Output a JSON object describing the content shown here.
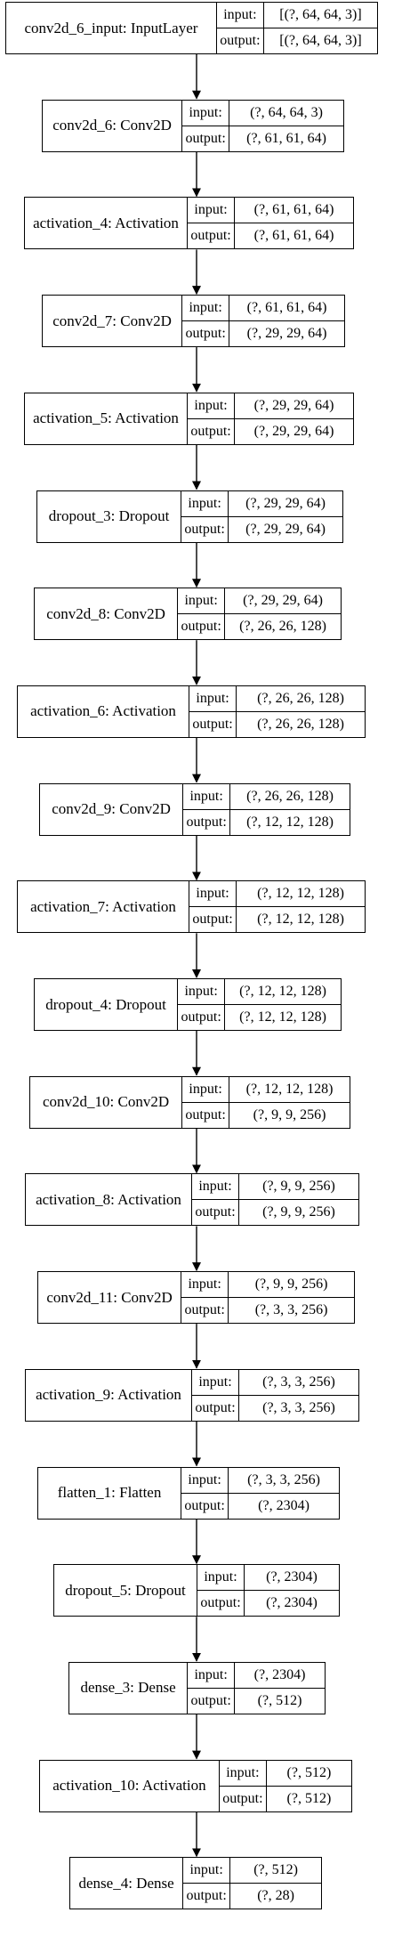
{
  "labels": {
    "input": "input:",
    "output": "output:"
  },
  "layers": [
    {
      "name": "conv2d_6_input: InputLayer",
      "input": "[(?, 64, 64, 3)]",
      "output": "[(?, 64, 64, 3)]"
    },
    {
      "name": "conv2d_6: Conv2D",
      "input": "(?, 64, 64, 3)",
      "output": "(?, 61, 61, 64)"
    },
    {
      "name": "activation_4: Activation",
      "input": "(?, 61, 61, 64)",
      "output": "(?, 61, 61, 64)"
    },
    {
      "name": "conv2d_7: Conv2D",
      "input": "(?, 61, 61, 64)",
      "output": "(?, 29, 29, 64)"
    },
    {
      "name": "activation_5: Activation",
      "input": "(?, 29, 29, 64)",
      "output": "(?, 29, 29, 64)"
    },
    {
      "name": "dropout_3: Dropout",
      "input": "(?, 29, 29, 64)",
      "output": "(?, 29, 29, 64)"
    },
    {
      "name": "conv2d_8: Conv2D",
      "input": "(?, 29, 29, 64)",
      "output": "(?, 26, 26, 128)"
    },
    {
      "name": "activation_6: Activation",
      "input": "(?, 26, 26, 128)",
      "output": "(?, 26, 26, 128)"
    },
    {
      "name": "conv2d_9: Conv2D",
      "input": "(?, 26, 26, 128)",
      "output": "(?, 12, 12, 128)"
    },
    {
      "name": "activation_7: Activation",
      "input": "(?, 12, 12, 128)",
      "output": "(?, 12, 12, 128)"
    },
    {
      "name": "dropout_4: Dropout",
      "input": "(?, 12, 12, 128)",
      "output": "(?, 12, 12, 128)"
    },
    {
      "name": "conv2d_10: Conv2D",
      "input": "(?, 12, 12, 128)",
      "output": "(?, 9, 9, 256)"
    },
    {
      "name": "activation_8: Activation",
      "input": "(?, 9, 9, 256)",
      "output": "(?, 9, 9, 256)"
    },
    {
      "name": "conv2d_11: Conv2D",
      "input": "(?, 9, 9, 256)",
      "output": "(?, 3, 3, 256)"
    },
    {
      "name": "activation_9: Activation",
      "input": "(?, 3, 3, 256)",
      "output": "(?, 3, 3, 256)"
    },
    {
      "name": "flatten_1: Flatten",
      "input": "(?, 3, 3, 256)",
      "output": "(?, 2304)"
    },
    {
      "name": "dropout_5: Dropout",
      "input": "(?, 2304)",
      "output": "(?, 2304)"
    },
    {
      "name": "dense_3: Dense",
      "input": "(?, 2304)",
      "output": "(?, 512)"
    },
    {
      "name": "activation_10: Activation",
      "input": "(?, 512)",
      "output": "(?, 512)"
    },
    {
      "name": "dense_4: Dense",
      "input": "(?, 512)",
      "output": "(?, 28)"
    }
  ]
}
